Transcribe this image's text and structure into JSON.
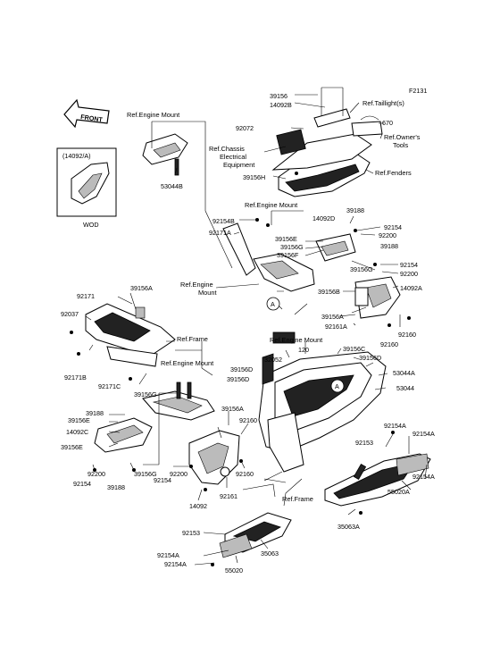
{
  "figure_code": "F2131",
  "front_label": "FRONT",
  "inset": {
    "title": "(14092/A)",
    "caption": "WOD"
  },
  "refs": {
    "engine_mount": "Ref.Engine Mount",
    "engine_mount_2line": [
      "Ref.Engine",
      "Mount"
    ],
    "chassis_electrical": [
      "Ref.Chassis",
      "Electrical",
      "Equipment"
    ],
    "taillight": "Ref.Taillight(s)",
    "owners_tools": [
      "Ref.Owner's",
      "Tools"
    ],
    "fenders": "Ref.Fenders",
    "frame": "Ref.Frame"
  },
  "circle_marker": "A",
  "parts": {
    "p39156_top": "39156",
    "p14092B": "14092B",
    "p92072": "92072",
    "p670": "670",
    "p53044B": "53044B",
    "p39156H": "39156H",
    "p92154B": "92154B",
    "p92171A": "92171A",
    "p14092D": "14092D",
    "p39188_a": "39188",
    "p92154_a": "92154",
    "p92200_a": "92200",
    "p39156E_a": "39156E",
    "p39156G_a": "39156G",
    "p39156F": "39156F",
    "p39188_b": "39188",
    "p39156G_b": "39156G",
    "p92154_b": "92154",
    "p92200_b": "92200",
    "p14092A": "14092A",
    "p39156B": "39156B",
    "p92171": "92171",
    "p39156A_a": "39156A",
    "p92037": "92037",
    "p92171B": "92171B",
    "p92171C": "92171C",
    "p39156A_b": "39156A",
    "p92161A": "92161A",
    "p92160_a": "92160",
    "p92160_b": "92160",
    "p120": "120",
    "p32052": "32052",
    "p39156C": "39156C",
    "p39156D_a": "39156D",
    "p39156D_b": "39156D",
    "p39156D_c": "39156D",
    "p53044A": "53044A",
    "p53044": "53044",
    "p39156G_c": "39156G",
    "p39188_c": "39188",
    "p39156E_b": "39156E",
    "p14092C": "14092C",
    "p39156E_c": "39156E",
    "p92200_c": "92200",
    "p92154_c": "92154",
    "p39156G_d": "39156G",
    "p39188_d": "39188",
    "p92200_d": "92200",
    "p92154_d": "92154",
    "p39156A_c": "39156A",
    "p92160_c": "92160",
    "p92160_d": "92160",
    "p92161": "92161",
    "p14092": "14092",
    "p92153_a": "92153",
    "p92154A_a": "92154A",
    "p92154A_b": "92154A",
    "p92154A_c": "92154A",
    "p55020A": "55020A",
    "p35063A": "35063A",
    "p92153_b": "92153",
    "p35063": "35063",
    "p92154A_d": "92154A",
    "p92154A_e": "92154A",
    "p55020": "55020"
  }
}
